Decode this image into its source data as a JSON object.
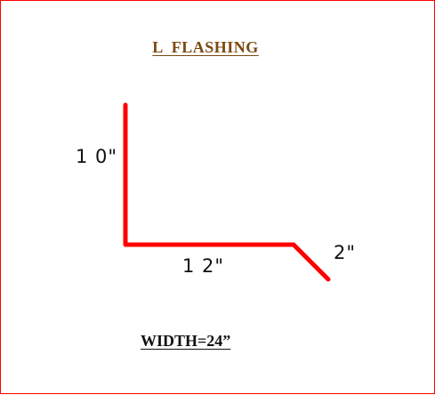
{
  "title": "L  FLASHING",
  "dimensions": {
    "vertical_leg": "1 0\"",
    "horizontal_leg": "1 2\"",
    "flange": "2\""
  },
  "width_label": "WIDTH=24”",
  "colors": {
    "frame_border": "#ff0000",
    "profile_line": "#ff0000",
    "title_text": "#7a4a10",
    "label_text": "#111111"
  }
}
